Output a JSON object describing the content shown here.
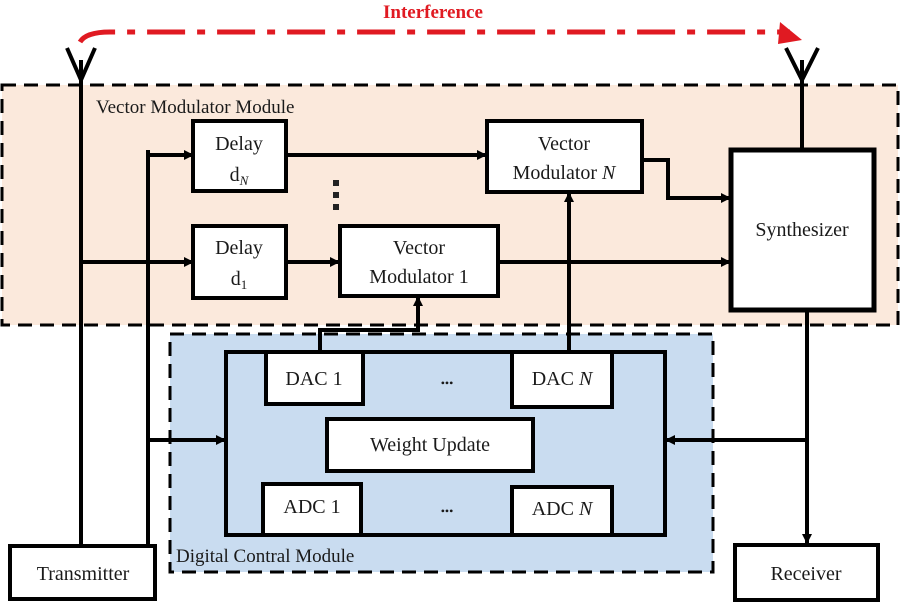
{
  "interference": {
    "label": "Interference",
    "color": "#e01a22"
  },
  "modules": {
    "vector_modulator_module": {
      "label": "Vector Modulator Module",
      "fill": "#fbe9dc"
    },
    "digital_control_module": {
      "label": "Digital Contral Module",
      "fill": "#c9dcf0"
    }
  },
  "blocks": {
    "delay_n": {
      "line1": "Delay",
      "line2_main": "d",
      "line2_sub": "N"
    },
    "delay_1": {
      "line1": "Delay",
      "line2_main": "d",
      "line2_sub": "1"
    },
    "vm_n": {
      "line1": "Vector",
      "line2_main": "Modulator ",
      "line2_italic": "N"
    },
    "vm_1": {
      "line1": "Vector",
      "line2": "Modulator 1"
    },
    "synthesizer": {
      "label": "Synthesizer"
    },
    "dac_1": {
      "label": "DAC 1"
    },
    "dac_n": {
      "label_main": "DAC ",
      "label_italic": "N"
    },
    "weight_update": {
      "label": "Weight Update"
    },
    "adc_1": {
      "label": "ADC 1"
    },
    "adc_n": {
      "label_main": "ADC ",
      "label_italic": "N"
    },
    "transmitter": {
      "label": "Transmitter"
    },
    "receiver": {
      "label": "Receiver"
    }
  },
  "ellipsis": {
    "horizontal": "•••"
  }
}
